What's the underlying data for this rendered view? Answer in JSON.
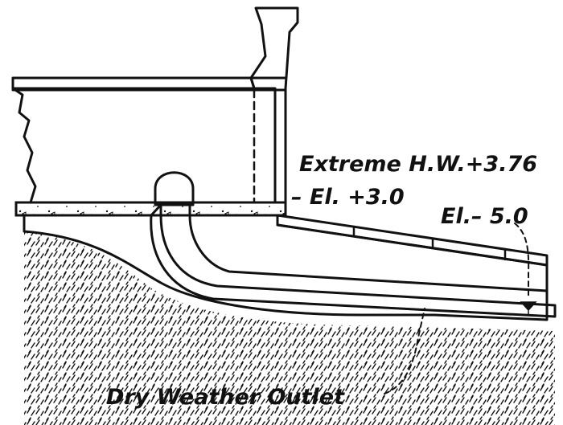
{
  "labels": {
    "extreme_hw": "Extreme H.W.+3.76",
    "el_plus_3": "– El. +3.0",
    "el_minus_5": "El.– 5.0",
    "dry_weather_outlet": "Dry Weather Outlet"
  },
  "colors": {
    "ink": "#111111",
    "paper": "#ffffff"
  }
}
